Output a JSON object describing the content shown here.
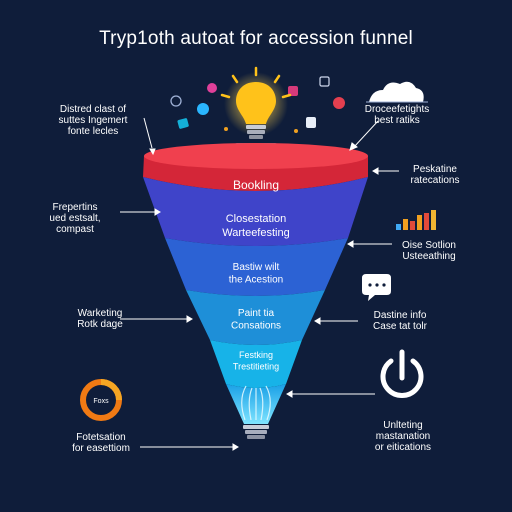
{
  "title": "Tryp1oth autoat for accession funnel",
  "colors": {
    "background": "#0f1d3a",
    "stage1": "#e8303f",
    "stage2": "#3f44c9",
    "stage3": "#2c62d4",
    "stage4": "#1e8fd8",
    "stage5": "#17b3e8"
  },
  "stages": [
    {
      "label": "Bookling"
    },
    {
      "label": "Closestation\nWarteefesting"
    },
    {
      "label": "Bastiw wilt\nthe Acestion"
    },
    {
      "label": "Paint tia\nConsations"
    },
    {
      "label": "Festking\nTrestitieting"
    }
  ],
  "left_labels": [
    {
      "text": "Distred clast of\nsuttes Ingemert\nfonte lecles"
    },
    {
      "text": "Frepertins\nued estsalt,\ncompast"
    },
    {
      "text": "Warketing\nRotk dage"
    },
    {
      "text": "Fotetsation\nfor easettiom"
    }
  ],
  "right_labels": [
    {
      "text": "Droceefetights\nbest ratiks"
    },
    {
      "text": "Peskatine\nratecations"
    },
    {
      "text": "Oise Sotlion\nUsteeathing"
    },
    {
      "text": "Dastine info\nCase tat tolr"
    },
    {
      "text": "Unlteting\nmastanation\nor eitications"
    }
  ],
  "badge_text": "Foxs",
  "icons": [
    "lightbulb-icon",
    "cloud-icon",
    "bar-chart-icon",
    "chat-bubble-icon",
    "power-icon",
    "donut-chart-icon"
  ]
}
